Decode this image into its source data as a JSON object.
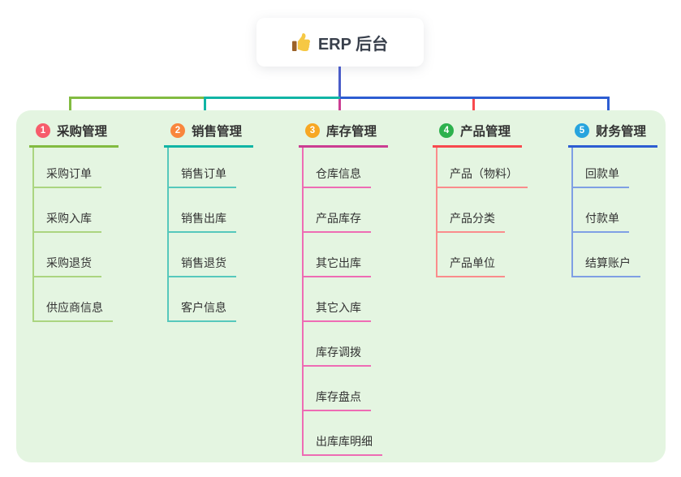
{
  "root": {
    "title": "ERP 后台",
    "icon": "thumbs-up-icon"
  },
  "colors": {
    "panel_bg": "#e4f5e1",
    "text": "#333333",
    "root_connector": "#4a5cc8",
    "emoji_hand": "#f6c844",
    "emoji_cuff": "#9c6228"
  },
  "branches": [
    {
      "badge": "1",
      "label": "采购管理",
      "color": "#82bb41",
      "child_color": "#abd580",
      "badge_color": "#f75c6b",
      "children": [
        "采购订单",
        "采购入库",
        "采购退货",
        "供应商信息"
      ]
    },
    {
      "badge": "2",
      "label": "销售管理",
      "color": "#10b5a5",
      "child_color": "#56c8bc",
      "badge_color": "#f9863d",
      "children": [
        "销售订单",
        "销售出库",
        "销售退货",
        "客户信息"
      ]
    },
    {
      "badge": "3",
      "label": "库存管理",
      "color": "#cb3d92",
      "child_color": "#ee6cb4",
      "badge_color": "#f7a723",
      "children": [
        "仓库信息",
        "产品库存",
        "其它出库",
        "其它入库",
        "库存调拨",
        "库存盘点",
        "出库库明细"
      ]
    },
    {
      "badge": "4",
      "label": "产品管理",
      "color": "#f8494e",
      "child_color": "#fa8c8c",
      "badge_color": "#2db14d",
      "children": [
        "产品（物料）",
        "产品分类",
        "产品单位"
      ]
    },
    {
      "badge": "5",
      "label": "财务管理",
      "color": "#2d5dd2",
      "child_color": "#7f9fe4",
      "badge_color": "#27a4de",
      "children": [
        "回款单",
        "付款单",
        "结算账户"
      ]
    }
  ]
}
